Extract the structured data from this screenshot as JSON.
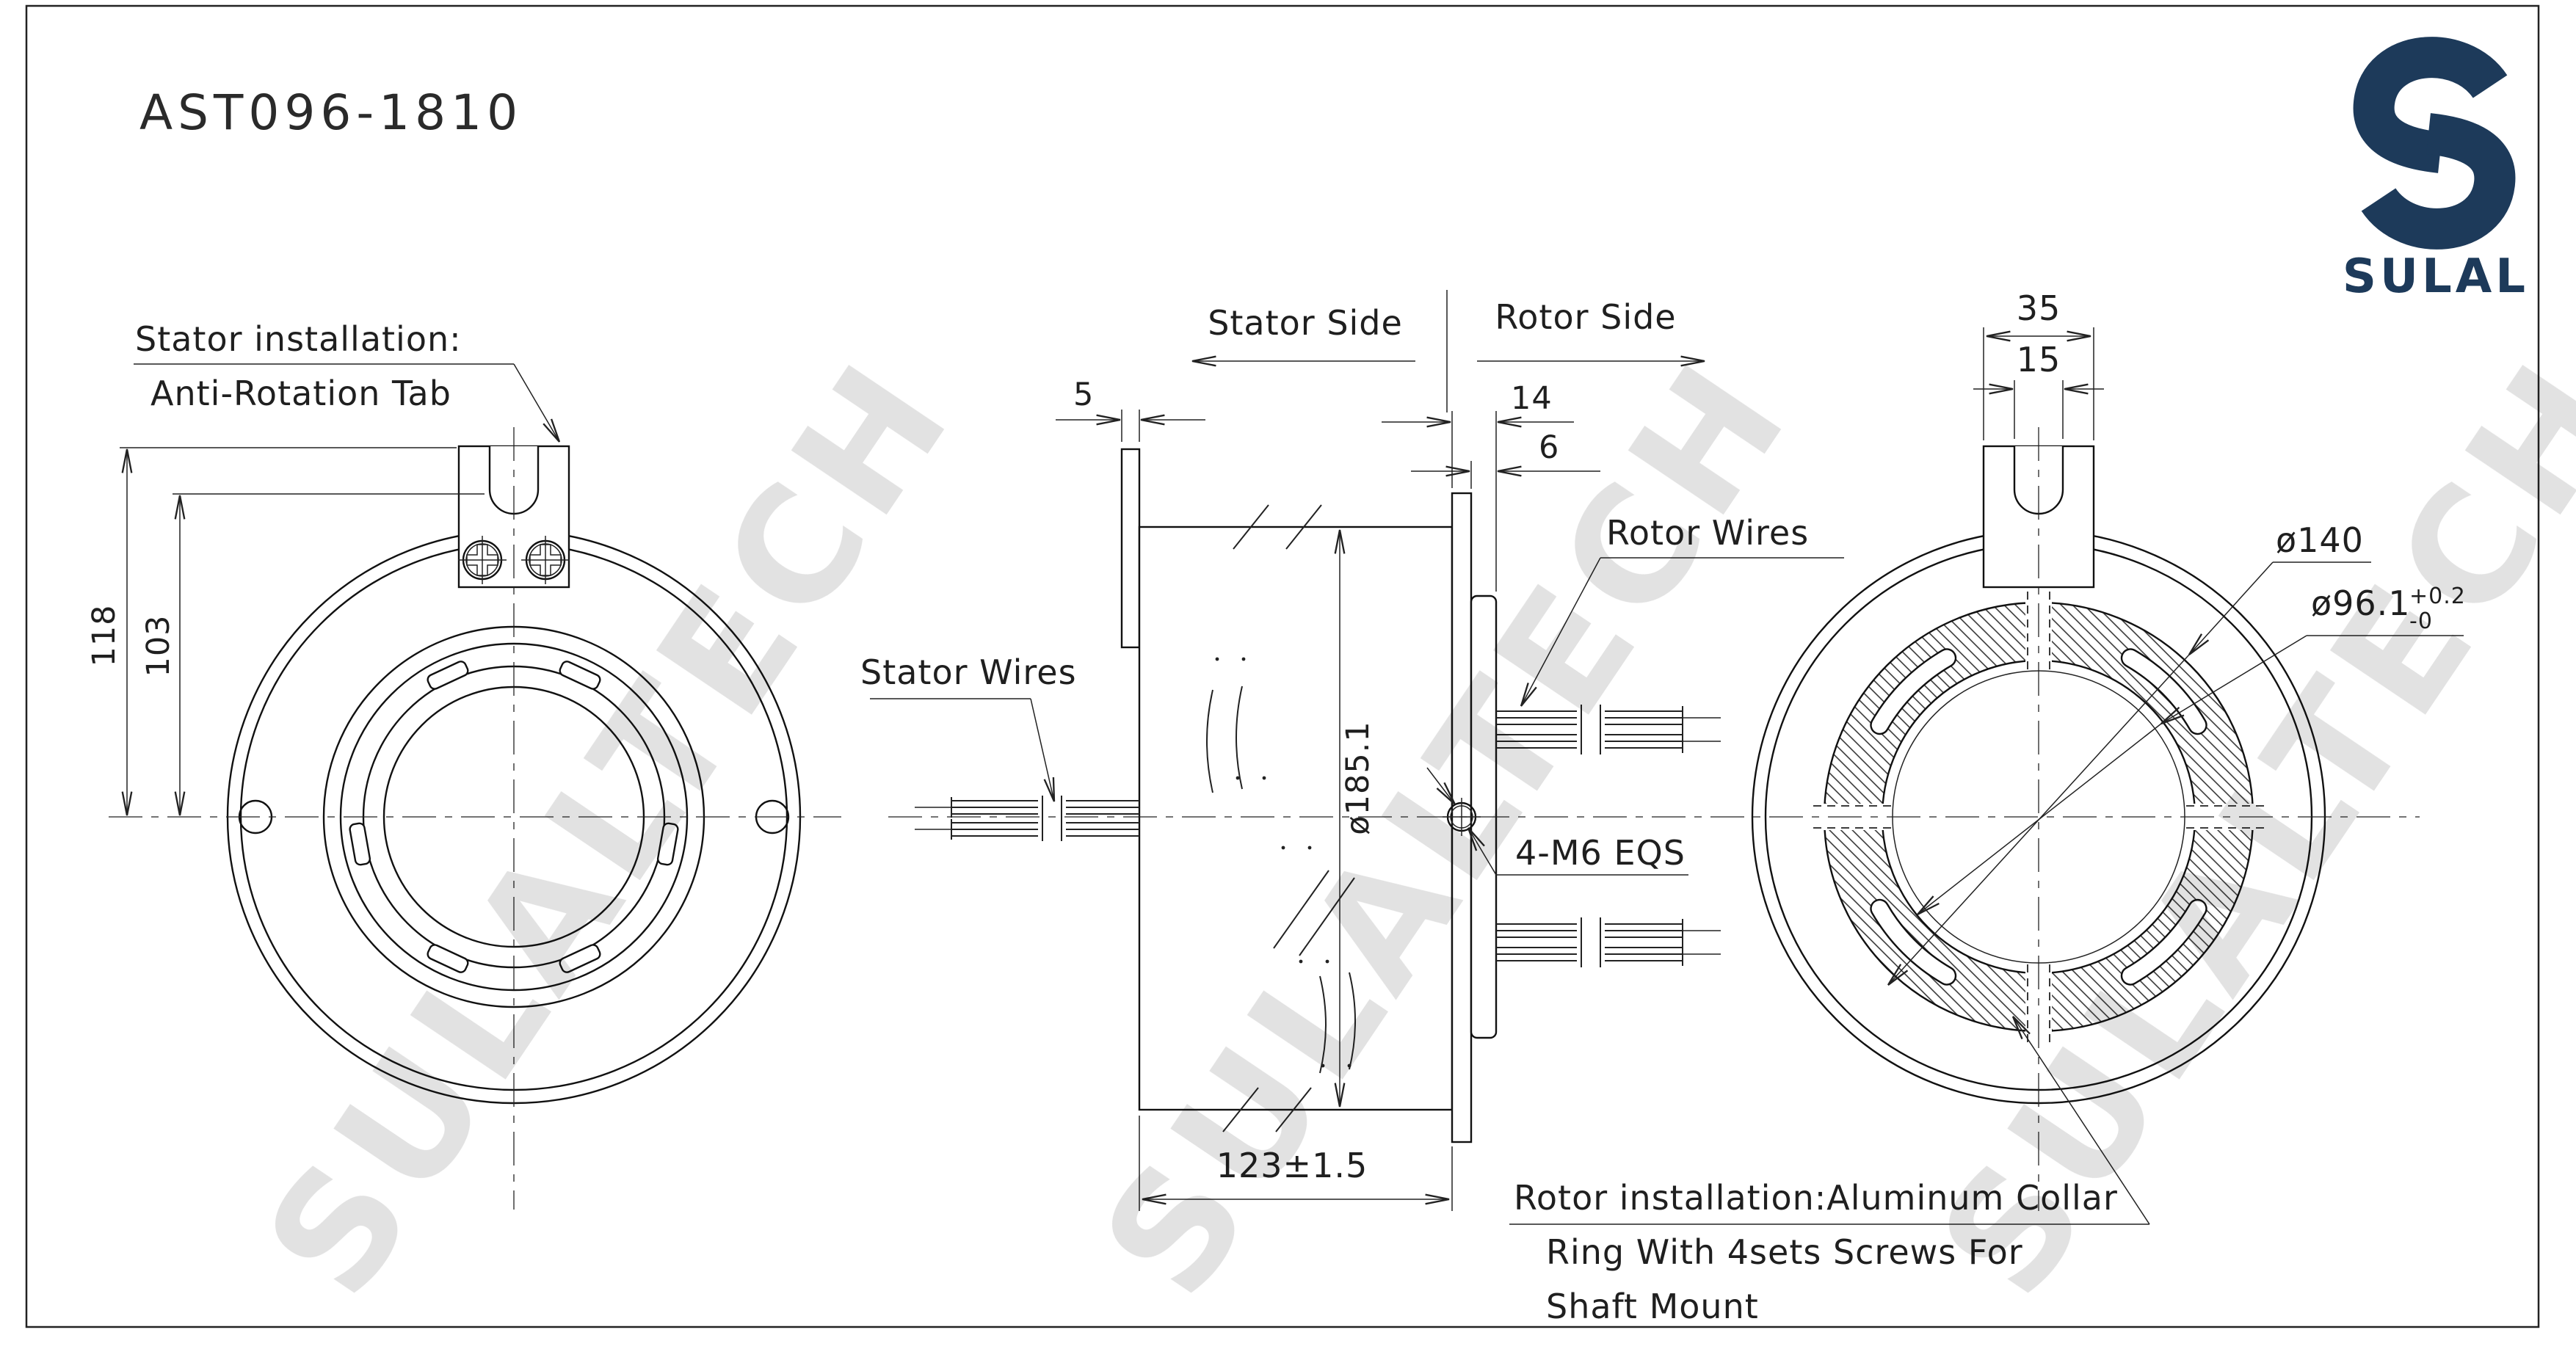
{
  "drawing": {
    "title": "AST096-1810",
    "brand": "SULAL",
    "watermark": "SULALTECH",
    "front_view": {
      "label_line1": "Stator installation:",
      "label_line2": "Anti-Rotation Tab",
      "dim_118": "118",
      "dim_103": "103"
    },
    "section_view": {
      "stator_side": "Stator Side",
      "rotor_side": "Rotor Side",
      "dim_5": "5",
      "dim_14": "14",
      "dim_6": "6",
      "dim_body_dia": "ø185.1",
      "stator_wires": "Stator Wires",
      "rotor_wires": "Rotor Wires",
      "screw_note": "4-M6 EQS",
      "dim_length": "123±1.5"
    },
    "rear_view": {
      "dim_35": "35",
      "dim_15": "15",
      "dim_collar_dia": "ø140",
      "dim_bore_dia": "ø96.1",
      "tol_plus": "+0.2",
      "tol_minus": "-0",
      "note_line1": "Rotor installation:Aluminum Collar",
      "note_line2": "Ring With 4sets Screws For",
      "note_line3": "Shaft Mount"
    }
  }
}
